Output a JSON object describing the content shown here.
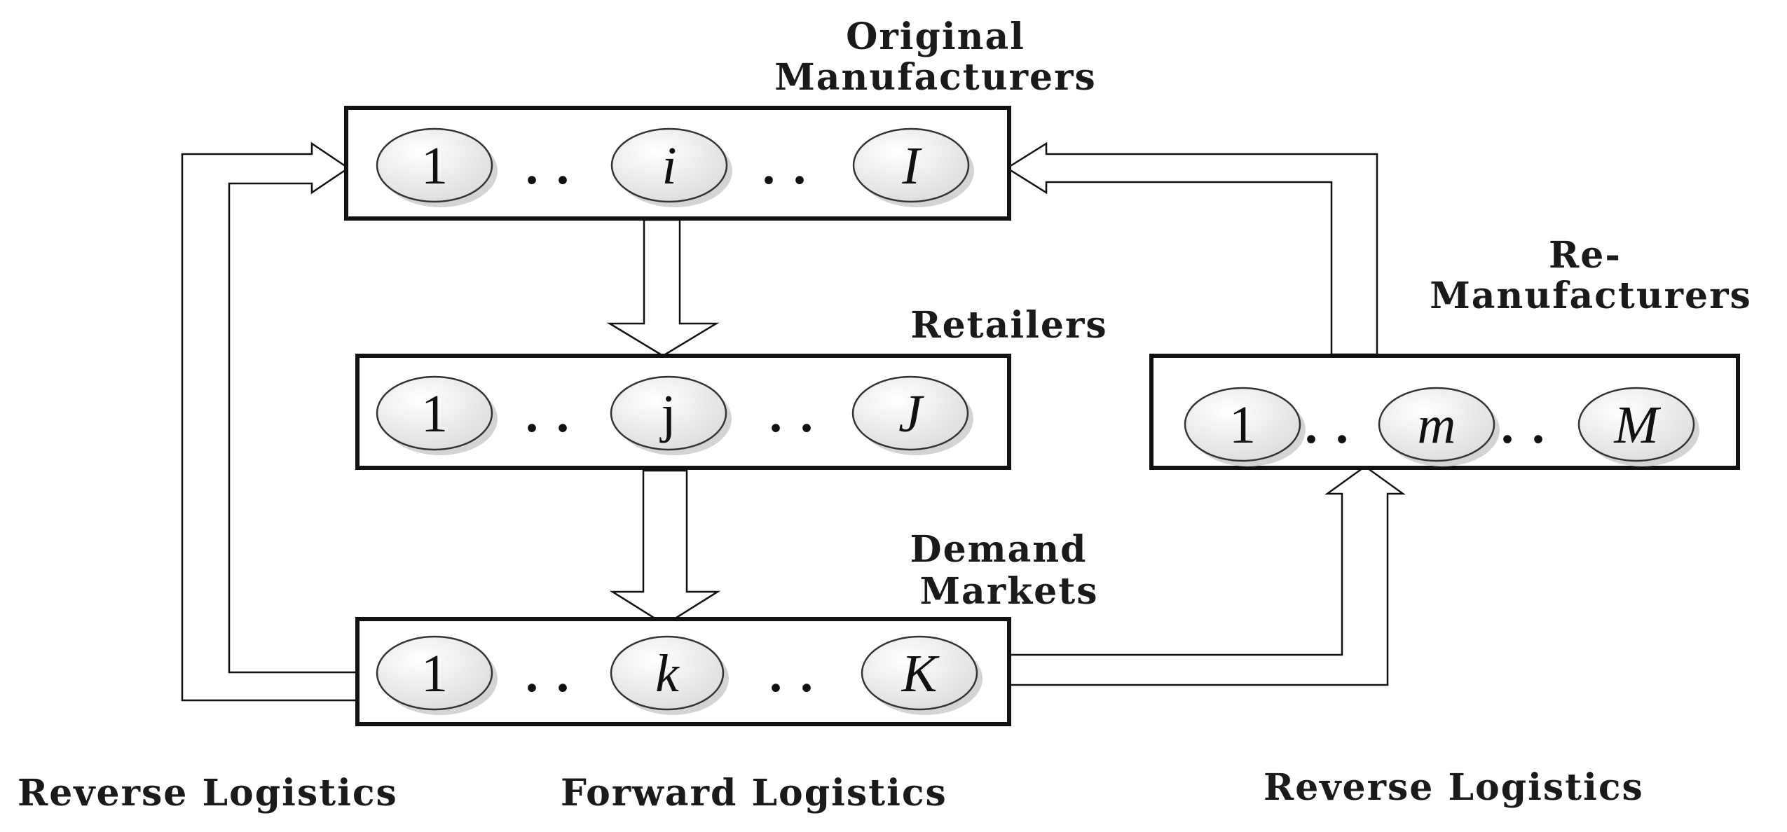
{
  "tiers": {
    "original_manufacturers": {
      "label_lines": [
        "Original",
        "Manufacturers"
      ],
      "nodes": [
        {
          "text": "1",
          "italic": false
        },
        {
          "text": "i",
          "italic": true
        },
        {
          "text": "I",
          "italic": true
        }
      ],
      "separators": [
        "..",
        ".."
      ]
    },
    "retailers": {
      "label_lines": [
        "Retailers"
      ],
      "nodes": [
        {
          "text": "1",
          "italic": false
        },
        {
          "text": "j",
          "italic": false
        },
        {
          "text": "J",
          "italic": true
        }
      ],
      "separators": [
        "..",
        ".."
      ]
    },
    "demand_markets": {
      "label_lines": [
        "Demand",
        "Markets"
      ],
      "nodes": [
        {
          "text": "1",
          "italic": false
        },
        {
          "text": "k",
          "italic": true
        },
        {
          "text": "K",
          "italic": true
        }
      ],
      "separators": [
        "..",
        ".."
      ]
    },
    "re_manufacturers": {
      "label_lines": [
        "Re-",
        "Manufacturers"
      ],
      "nodes": [
        {
          "text": "1",
          "italic": false
        },
        {
          "text": "m",
          "italic": true
        },
        {
          "text": "M",
          "italic": true
        }
      ],
      "separators": [
        "..",
        ".."
      ]
    }
  },
  "flows": {
    "reverse_left": "Reverse Logistics",
    "forward": "Forward Logistics",
    "reverse_right": "Reverse Logistics"
  },
  "colors": {
    "stroke": "#111111",
    "node_fill_light": "#ffffff",
    "node_fill_dark": "#dcdcdc",
    "shadow": "#d4d4d4"
  }
}
